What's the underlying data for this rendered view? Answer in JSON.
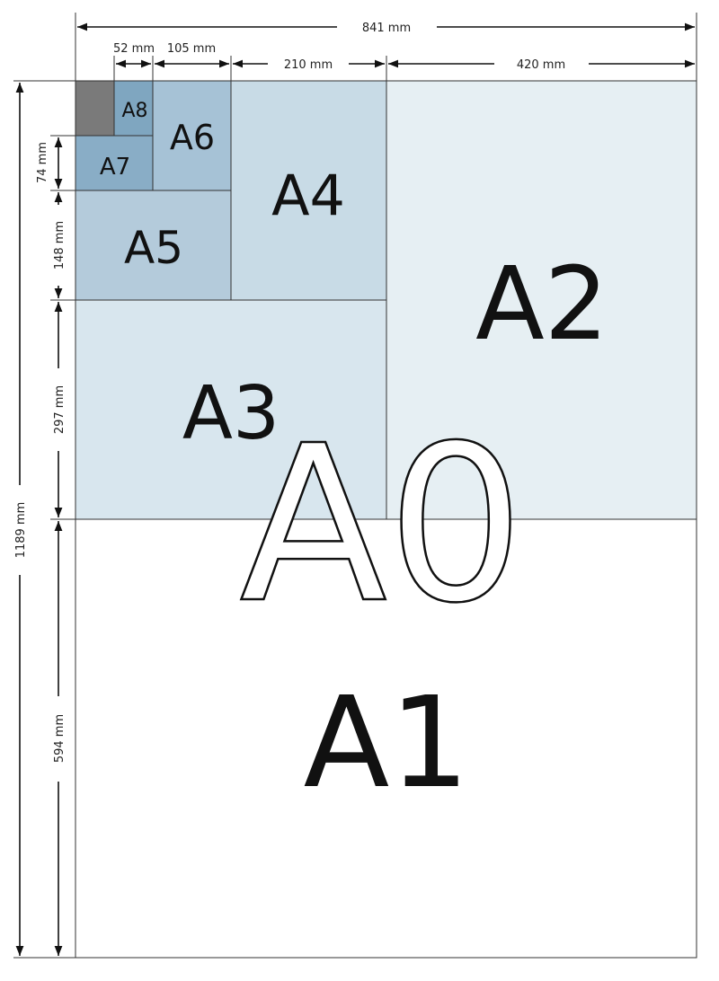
{
  "title": "",
  "sheets": [
    {
      "label": "A0",
      "color": "#ffffff"
    },
    {
      "label": "A1",
      "color": "#ffffff"
    },
    {
      "label": "A2",
      "color": "#e6eff3"
    },
    {
      "label": "A3",
      "color": "#d8e6ee"
    },
    {
      "label": "A4",
      "color": "#c8dbe6"
    },
    {
      "label": "A5",
      "color": "#b4cbdb"
    },
    {
      "label": "A6",
      "color": "#a6c2d6"
    },
    {
      "label": "A7",
      "color": "#89adc6"
    },
    {
      "label": "A8",
      "color": "#7fa6c0"
    }
  ],
  "remainder_color": "#7a7a7a",
  "widths": {
    "w841": "841 mm",
    "w420": "420 mm",
    "w210": "210 mm",
    "w105": "105 mm",
    "w52": "52 mm"
  },
  "heights": {
    "h1189": "1189 mm",
    "h594": "594 mm",
    "h297": "297 mm",
    "h148": "148 mm",
    "h74": "74 mm"
  }
}
